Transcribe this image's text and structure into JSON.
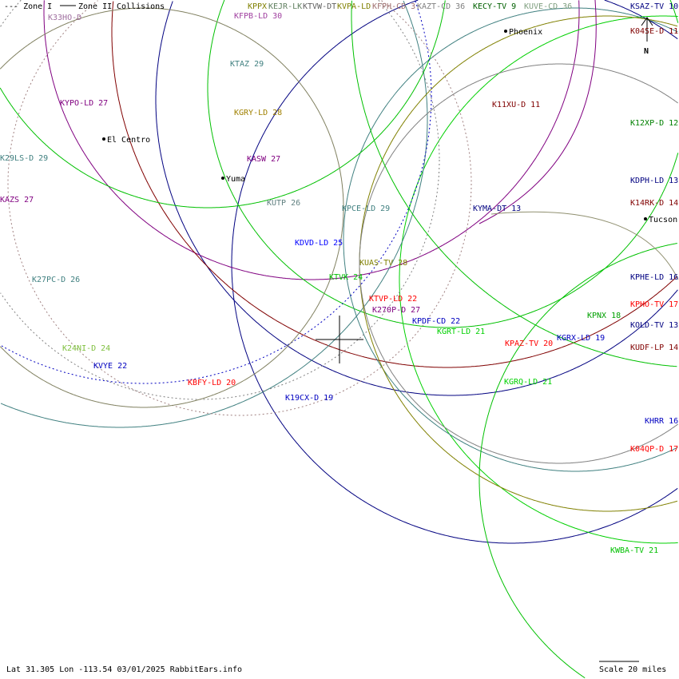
{
  "legend": {
    "zone1": "--- Zone I",
    "zone2": "Zone II",
    "collisions": "Collisions",
    "hidden_station": "K33HO-D"
  },
  "cities": {
    "phoenix": "Phoenix",
    "el_centro": "El Centro",
    "yuma": "Yuma",
    "tucson": "Tucson"
  },
  "north_label": "N",
  "footer": {
    "coords": "Lat 31.305 Lon -113.54 03/01/2025 RabbitEars.info",
    "scale": "Scale 20 miles"
  },
  "stations": [
    {
      "label": "KPPX",
      "color": "#808000"
    },
    {
      "label": "KEJR-LK",
      "color": "#608060"
    },
    {
      "label": "KTVW-DT",
      "color": "#606060"
    },
    {
      "label": "KVPA-LD",
      "color": "#808000"
    },
    {
      "label": "KFPH-CD 3",
      "color": "#a07070"
    },
    {
      "label": "KAZT-CD 36",
      "color": "#808080"
    },
    {
      "label": "KECY-TV 9",
      "color": "#006000"
    },
    {
      "label": "KUVE-CD 36",
      "color": "#80a080"
    },
    {
      "label": "KSAZ-TV 10",
      "color": "#000080"
    },
    {
      "label": "K04SE-D 11",
      "color": "#800000"
    },
    {
      "label": "KFPB-LD 30",
      "color": "#a040a0"
    },
    {
      "label": "KTAZ 29",
      "color": "#408080"
    },
    {
      "label": "KYPO-LD 27",
      "color": "#800080"
    },
    {
      "label": "K11XU-D 11",
      "color": "#800000"
    },
    {
      "label": "KGRY-LD 28",
      "color": "#a08000"
    },
    {
      "label": "K12XP-D 12",
      "color": "#008000"
    },
    {
      "label": "K29LS-D 29",
      "color": "#408080"
    },
    {
      "label": "KASW 27",
      "color": "#800080"
    },
    {
      "label": "KDPH-LD 13",
      "color": "#000080"
    },
    {
      "label": "KAZS 27",
      "color": "#800080"
    },
    {
      "label": "K14RK-D 14",
      "color": "#800000"
    },
    {
      "label": "KUTP 26",
      "color": "#608080"
    },
    {
      "label": "KPCE-LD 29",
      "color": "#408080"
    },
    {
      "label": "KYMA-DT 13",
      "color": "#000080"
    },
    {
      "label": "KDVD-LD 25",
      "color": "#0000ff"
    },
    {
      "label": "KUAS-TV 28",
      "color": "#808000"
    },
    {
      "label": "K27PC-D 26",
      "color": "#408080"
    },
    {
      "label": "KTVK 24",
      "color": "#00c000"
    },
    {
      "label": "KPHE-LD 16",
      "color": "#000080"
    },
    {
      "label": "KTVP-LD 22",
      "color": "#ff0000"
    },
    {
      "label": "K270P-D 27",
      "color": "#800080"
    },
    {
      "label": "KPHO-TV 17",
      "color": "#ff0000"
    },
    {
      "label": "KPDF-CD 22",
      "color": "#0000c0"
    },
    {
      "label": "KGRT-LD 21",
      "color": "#00d000"
    },
    {
      "label": "KPNX 18",
      "color": "#00a000"
    },
    {
      "label": "KOLD-TV 13",
      "color": "#000080"
    },
    {
      "label": "KGRX-LD 19",
      "color": "#0000c0"
    },
    {
      "label": "KPAZ-TV 20",
      "color": "#ff0000"
    },
    {
      "label": "K24NI-D 24",
      "color": "#80c040"
    },
    {
      "label": "KUDF-LP 14",
      "color": "#800000"
    },
    {
      "label": "KVYE 22",
      "color": "#0000c0"
    },
    {
      "label": "KGRQ-LD 21",
      "color": "#00d000"
    },
    {
      "label": "KBFY-LD 20",
      "color": "#ff0000"
    },
    {
      "label": "K19CX-D 19",
      "color": "#0000c0"
    },
    {
      "label": "KHRR 16",
      "color": "#0000c0"
    },
    {
      "label": "K04QP-D 17",
      "color": "#ff0000"
    },
    {
      "label": "KWBA-TV 21",
      "color": "#00c000"
    }
  ]
}
